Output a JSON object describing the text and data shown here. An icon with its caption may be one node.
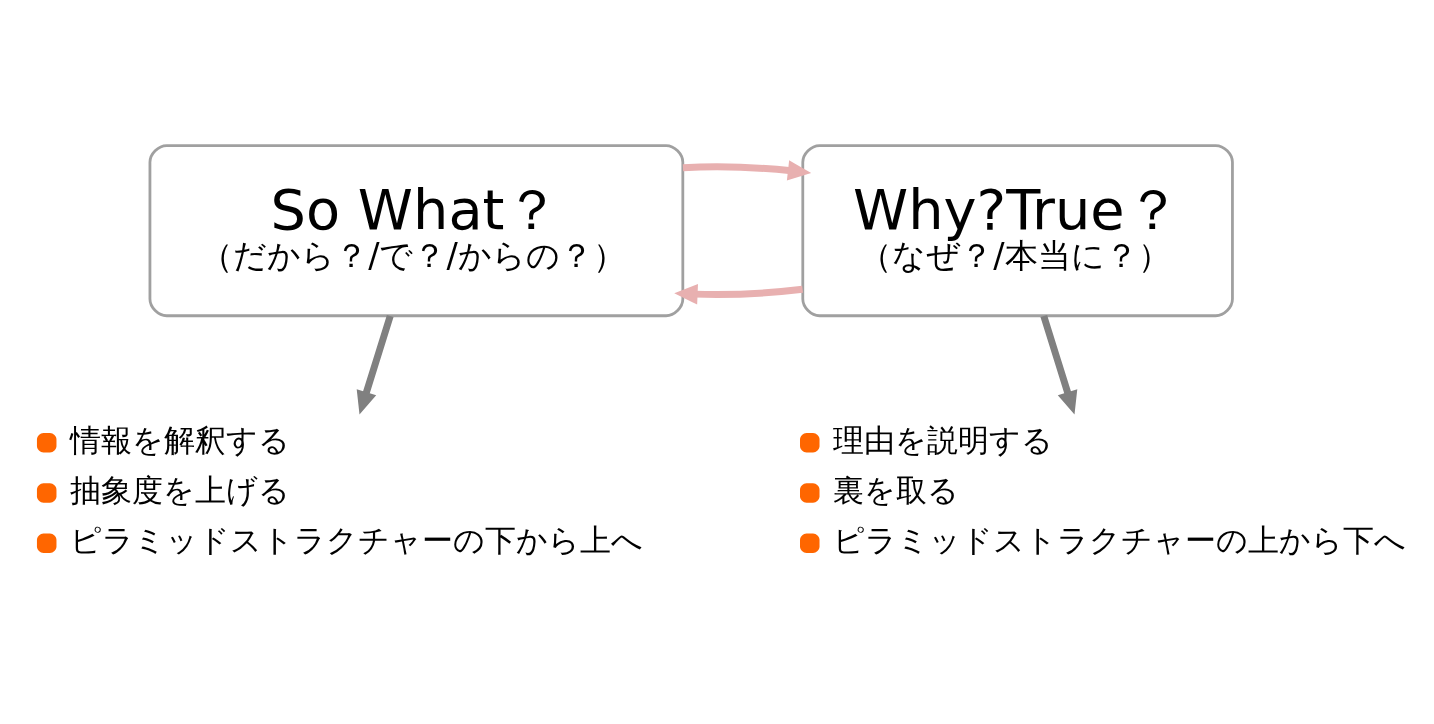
{
  "diagram": {
    "nodes": [
      {
        "text": [
          "So What？",
          "（だから？/で？/からの？）"
        ]
      },
      {
        "text": [
          "Why?True？",
          "（なぜ？/本当に？）"
        ]
      },
      {
        "text": [
          "情報を解釈する",
          "抽象度を上げる",
          "ピラミッドストラクチャーの下から上へ"
        ]
      },
      {
        "text": [
          "理由を説明する",
          "裏を取る",
          "ピラミッドストラクチャーの上から下へ"
        ]
      }
    ],
    "edges": [
      {
        "from": 1,
        "to": 0,
        "arrow": "to",
        "color": "#e8b0b0"
      },
      {
        "from": 0,
        "to": 1,
        "arrow": "to",
        "color": "#e8b0b0"
      },
      {
        "from": 0,
        "to": 2,
        "arrow": "to",
        "color": "#808080"
      },
      {
        "from": 1,
        "to": 3,
        "arrow": "to",
        "color": "#808080"
      }
    ]
  }
}
